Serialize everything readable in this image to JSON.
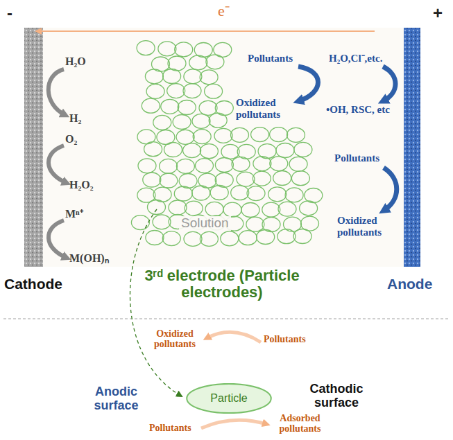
{
  "diagram": {
    "nodes": [
      {
        "text": [
          "Particle"
        ]
      }
    ],
    "labels": [
      "-",
      "e⁻",
      "+",
      "H₂O",
      "H₂",
      "O₂",
      "H₂O₂",
      "Mⁿ⁺",
      "M(OH)ₙ",
      "Pollutants",
      "H₂O,Cl⁻,etc.",
      "Oxidized pollutants",
      "•OH, RSC, etc",
      "Pollutants",
      "Oxidized pollutants",
      "Solution",
      "Cathode",
      "3ʳᵈ electrode (Particle electrodes)",
      "Anode",
      "Oxidized pollutants",
      "Pollutants",
      "Anodic surface",
      "Cathodic surface",
      "Pollutants",
      "Adsorbed pollutants"
    ]
  }
}
